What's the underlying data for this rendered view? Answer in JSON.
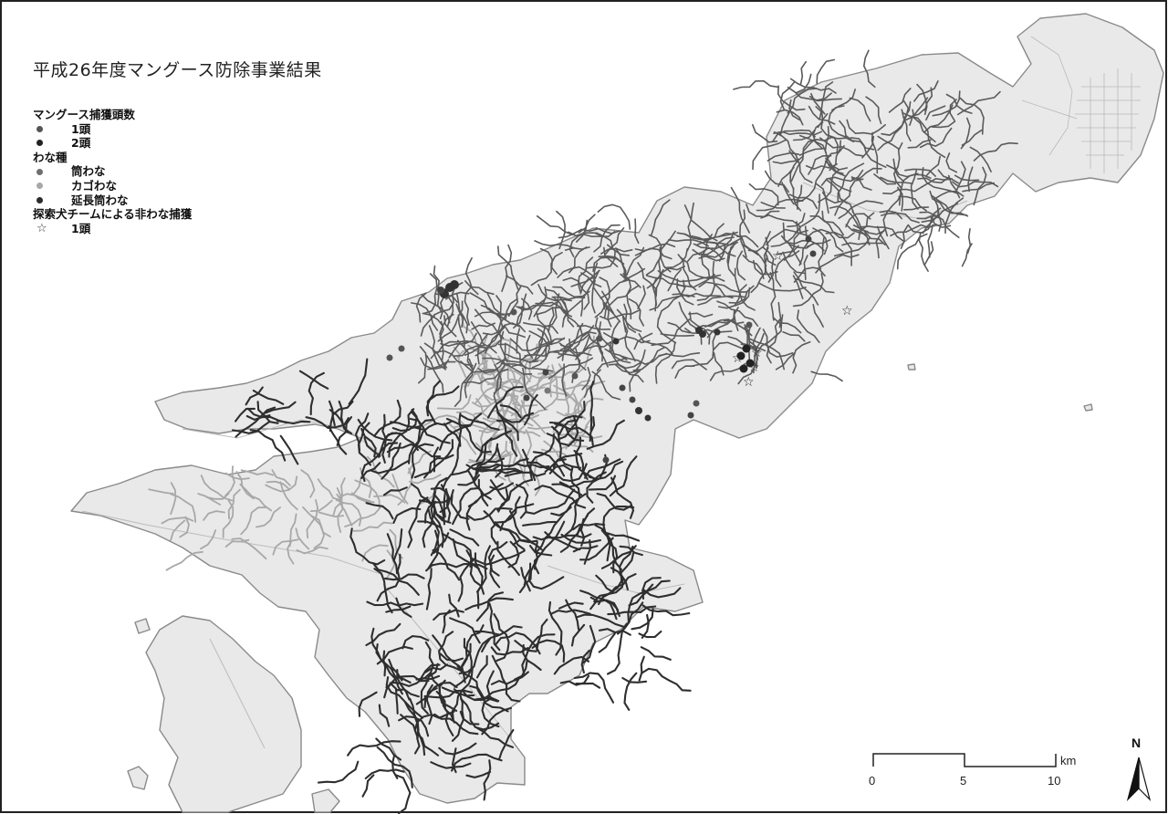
{
  "map": {
    "title": "平成26年度マングース防除事業結果",
    "colors": {
      "land": "#e9e9e9",
      "coast": "#8a8a8a",
      "stream_dark": "#2e2e2e",
      "stream_mid": "#5a5a5a",
      "stream_light": "#a8a8a8",
      "roads": "#b8b8b8"
    }
  },
  "legend": {
    "capture_heading": "マングース捕獲頭数",
    "capture_items": [
      {
        "label": "1頭",
        "color": "#555555"
      },
      {
        "label": "2頭",
        "color": "#222222"
      }
    ],
    "trap_heading": "わな種",
    "trap_items": [
      {
        "label": "筒わな",
        "color": "#6e6e6e"
      },
      {
        "label": "カゴわな",
        "color": "#a8a8a8"
      },
      {
        "label": "延長筒わな",
        "color": "#2a2a2a"
      }
    ],
    "dog_heading": "探索犬チームによる非わな捕獲",
    "dog_items": [
      {
        "label": "1頭",
        "icon": "star-icon"
      }
    ]
  },
  "scale_bar": {
    "labels": [
      "0",
      "5",
      "10"
    ],
    "unit": "km"
  },
  "north_arrow": {
    "label": "N"
  }
}
